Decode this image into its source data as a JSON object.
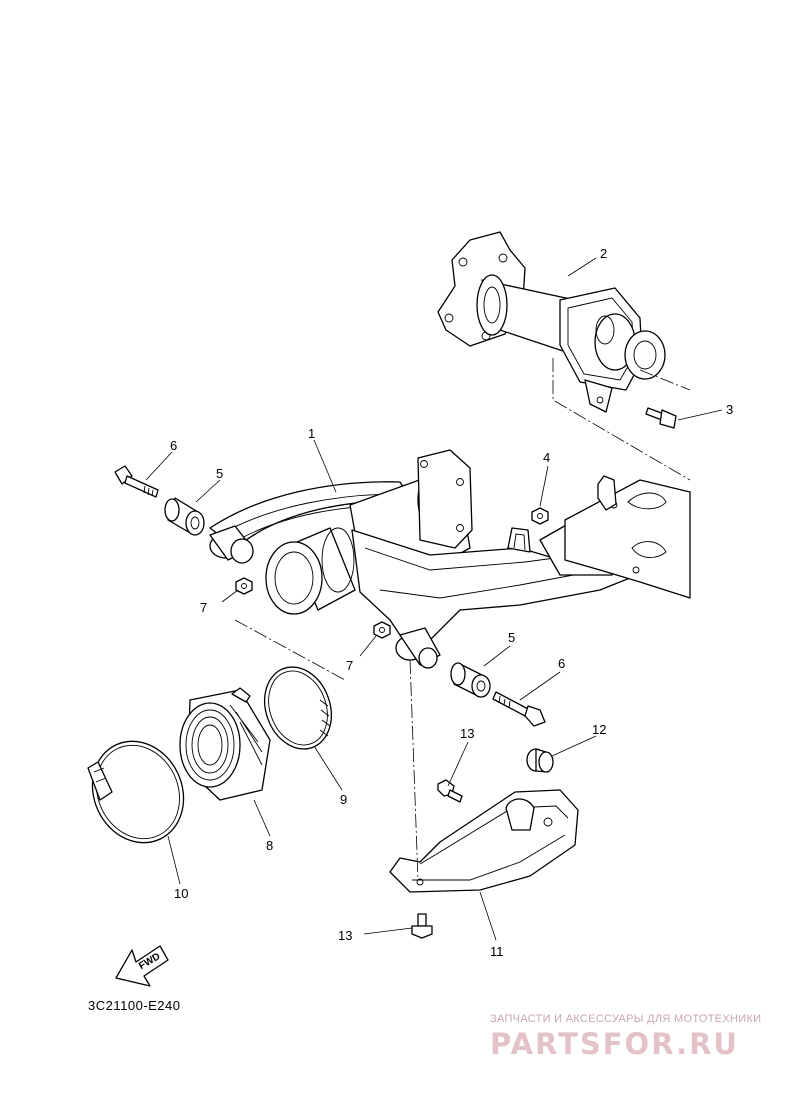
{
  "diagram_code": "3C21100-E240",
  "fwd_label": "FWD",
  "callouts": [
    "1",
    "2",
    "3",
    "4",
    "5",
    "5",
    "6",
    "6",
    "7",
    "7",
    "8",
    "9",
    "10",
    "11",
    "12",
    "13",
    "13"
  ],
  "watermark": {
    "subtitle": "ЗАПЧАСТИ И АКСЕССУАРЫ ДЛЯ МОТОТЕХНИКИ",
    "brand": "PARTSFOR.RU"
  }
}
